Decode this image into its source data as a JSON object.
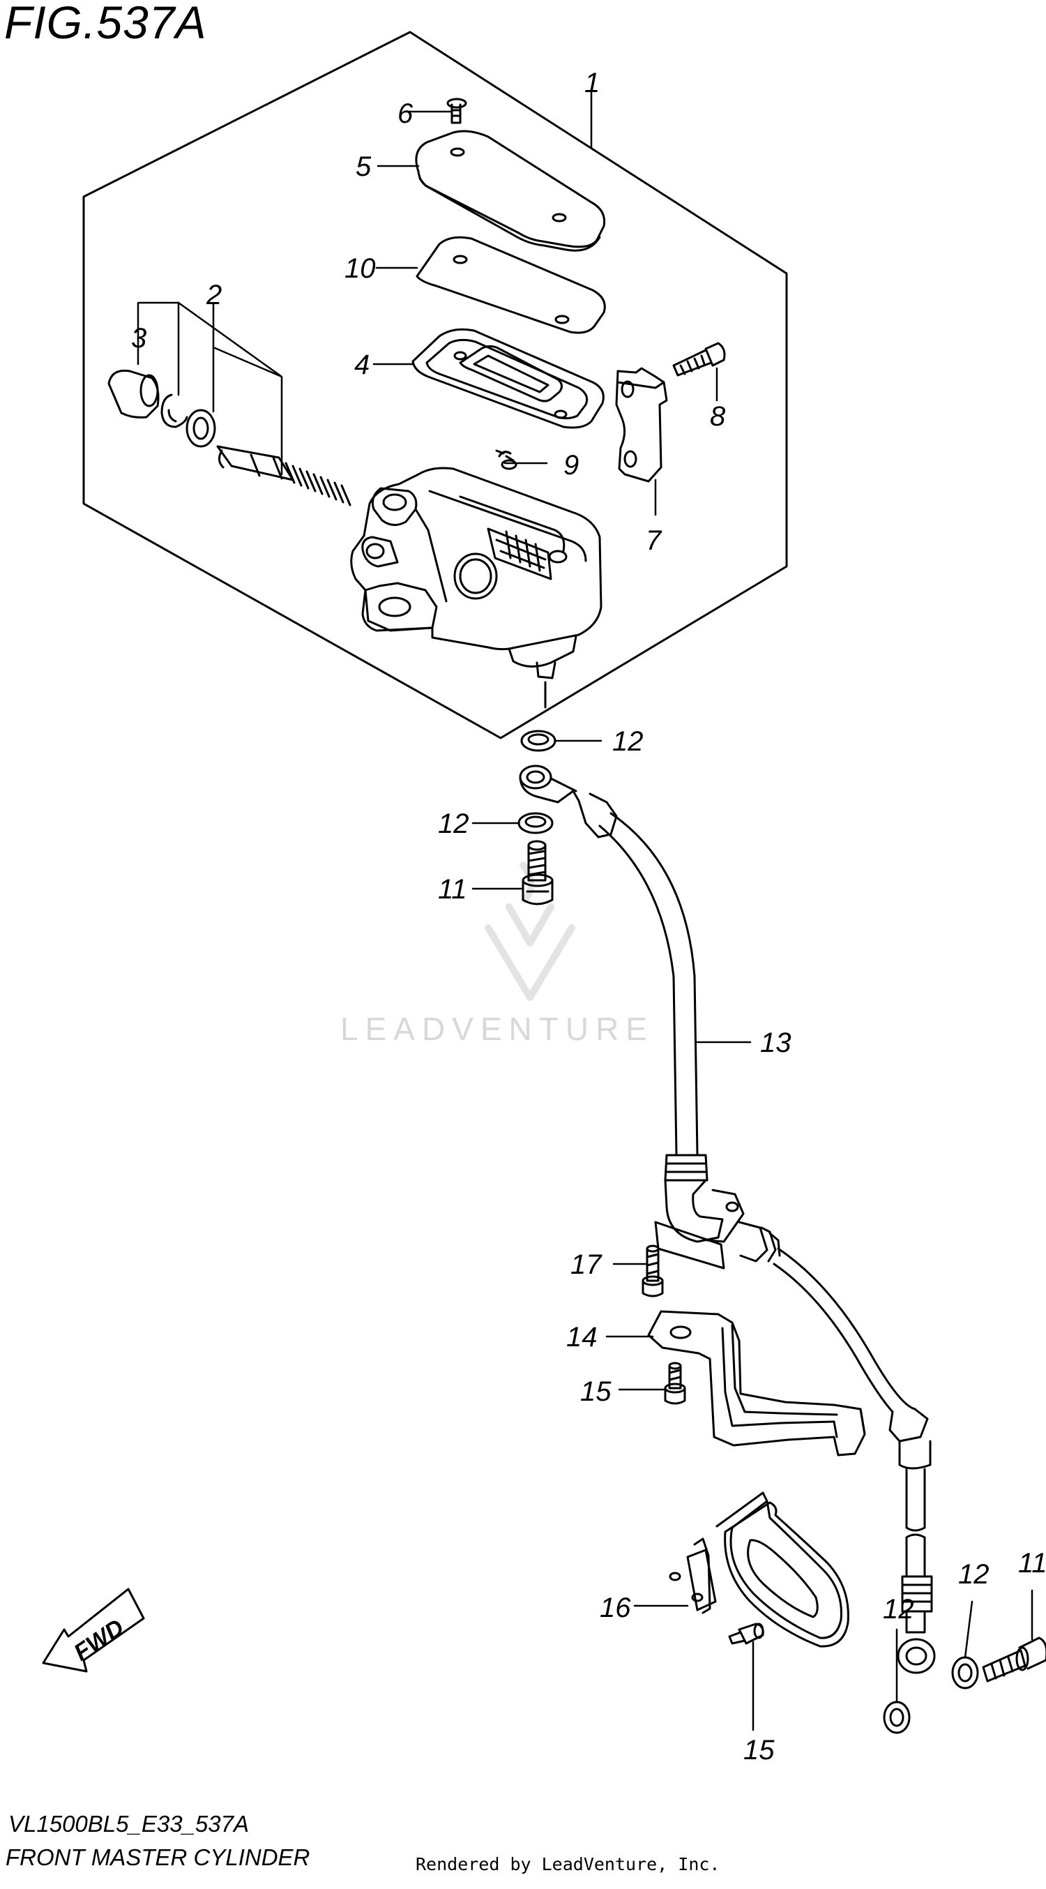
{
  "figure": {
    "title": "FIG.537A",
    "model_code": "VL1500BL5_E33_537A",
    "name": "FRONT MASTER CYLINDER"
  },
  "watermark": {
    "text": "LEADVENTURE"
  },
  "footer": {
    "rendered_by": "Rendered by LeadVenture, Inc."
  },
  "fwd_label": "FWD",
  "callouts": [
    {
      "id": "c1",
      "label": "1"
    },
    {
      "id": "c2",
      "label": "2"
    },
    {
      "id": "c3",
      "label": "3"
    },
    {
      "id": "c4",
      "label": "4"
    },
    {
      "id": "c5",
      "label": "5"
    },
    {
      "id": "c6",
      "label": "6"
    },
    {
      "id": "c7",
      "label": "7"
    },
    {
      "id": "c8",
      "label": "8"
    },
    {
      "id": "c9",
      "label": "9"
    },
    {
      "id": "c10",
      "label": "10"
    },
    {
      "id": "c11a",
      "label": "11"
    },
    {
      "id": "c11b",
      "label": "11"
    },
    {
      "id": "c12a",
      "label": "12"
    },
    {
      "id": "c12b",
      "label": "12"
    },
    {
      "id": "c12c",
      "label": "12"
    },
    {
      "id": "c12d",
      "label": "12"
    },
    {
      "id": "c13",
      "label": "13"
    },
    {
      "id": "c14",
      "label": "14"
    },
    {
      "id": "c15a",
      "label": "15"
    },
    {
      "id": "c15b",
      "label": "15"
    },
    {
      "id": "c16",
      "label": "16"
    },
    {
      "id": "c17",
      "label": "17"
    }
  ]
}
